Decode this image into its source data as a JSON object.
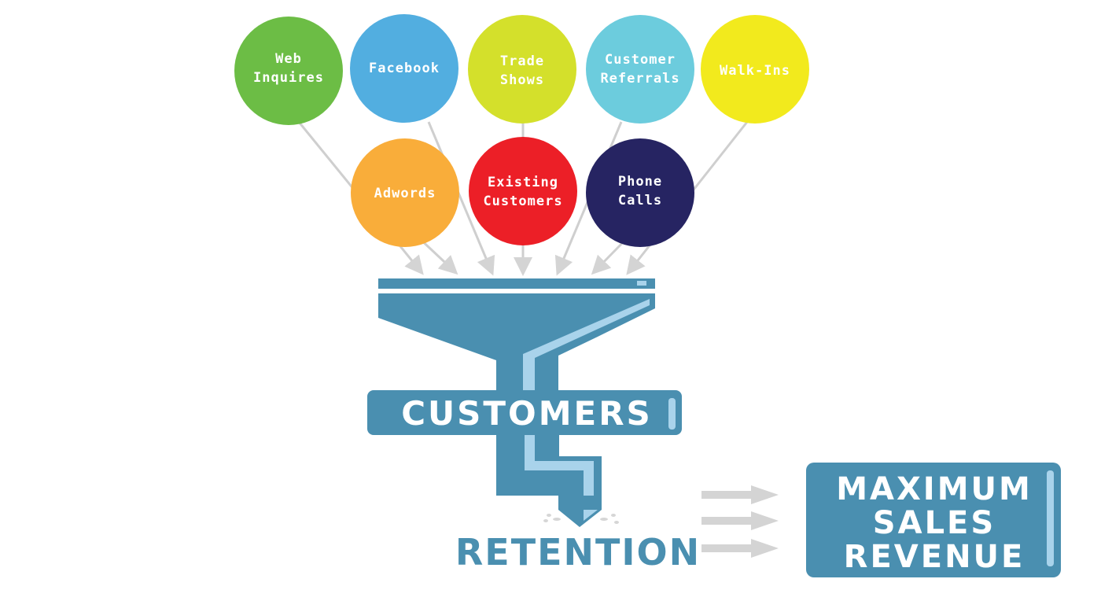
{
  "sources": [
    {
      "id": "web",
      "lines": [
        "Web",
        "Inquires"
      ],
      "color": "#6cbd45"
    },
    {
      "id": "facebook",
      "lines": [
        "Facebook"
      ],
      "color": "#52aee0"
    },
    {
      "id": "trade",
      "lines": [
        "Trade",
        "Shows"
      ],
      "color": "#d4e02b"
    },
    {
      "id": "referral",
      "lines": [
        "Customer",
        "Referrals"
      ],
      "color": "#6cccdd"
    },
    {
      "id": "walkins",
      "lines": [
        "Walk-Ins"
      ],
      "color": "#f2ea1d"
    },
    {
      "id": "adwords",
      "lines": [
        "Adwords"
      ],
      "color": "#f9ad3a"
    },
    {
      "id": "existing",
      "lines": [
        "Existing",
        "Customers"
      ],
      "color": "#ec1f27"
    },
    {
      "id": "phone",
      "lines": [
        "Phone",
        "Calls"
      ],
      "color": "#262462"
    }
  ],
  "funnel": {
    "label": "CUSTOMERS",
    "color": "#4a8fb0",
    "highlight": "#a9d3eb"
  },
  "outcome": {
    "label": "RETENTION"
  },
  "result": {
    "lines": [
      "MAXIMUM",
      "SALES",
      "REVENUE"
    ]
  },
  "colors": {
    "arrow": "#d4d4d4",
    "connector": "#cfcfcf"
  }
}
